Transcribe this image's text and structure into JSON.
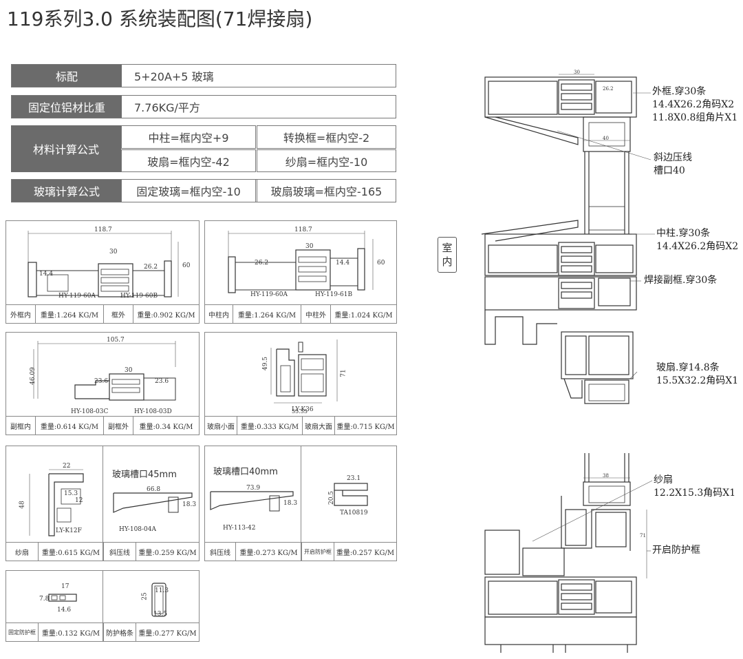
{
  "title": "119系列3.0 系统装配图(71焊接扇)",
  "specs": {
    "standard_label": "标配",
    "standard_value": "5+20A+5 玻璃",
    "weight_label": "固定位铝材比重",
    "weight_value": "7.76KG/平方",
    "material_label": "材料计算公式",
    "material_f1": "中柱=框内空+9",
    "material_f2": "转换框=框内空-2",
    "material_f3": "玻扇=框内空-42",
    "material_f4": "纱扇=框内空-10",
    "glass_label": "玻璃计算公式",
    "glass_f1": "固定玻璃=框内空-10",
    "glass_f2": "玻扇玻璃=框内空-165"
  },
  "panels": {
    "p1": {
      "dim_top": "118.7",
      "dim_mid": "30",
      "dim_a": "26.2",
      "dim_b": "14.4",
      "dim_c": "60",
      "code_a": "HY-119-60A",
      "code_b": "HY-119-60B",
      "f1": "外框内",
      "f2": "重量:1.264 KG/M",
      "f3": "框外",
      "f4": "重量:0.902 KG/M"
    },
    "p2": {
      "dim_top": "118.7",
      "dim_mid": "30",
      "dim_a": "26.2",
      "dim_b": "14.4",
      "dim_c": "60",
      "code_a": "HY-119-60A",
      "code_b": "HY-119-61B",
      "f1": "中柱内",
      "f2": "重量:1.264 KG/M",
      "f3": "中柱外",
      "f4": "重量:1.024 KG/M"
    },
    "p3": {
      "dim_top": "105.7",
      "dim_h": "46.09",
      "dim_mid": "30",
      "dim_a": "23.6",
      "dim_b": "23.6",
      "code_a": "HY-108-03C",
      "code_b": "HY-108-03D",
      "f1": "副框内",
      "f2": "重量:0.614 KG/M",
      "f3": "副框外",
      "f4": "重量:0.34 KG/M"
    },
    "p4": {
      "dim_h": "49.5",
      "dim_h2": "71",
      "dim_w": "55.55",
      "code": "LY-K36",
      "f1": "玻扇小面",
      "f2": "重量:0.333 KG/M",
      "f3": "玻扇大面",
      "f4": "重量:0.715 KG/M"
    },
    "p5": {
      "dim_w": "22",
      "dim_h": "48",
      "dim_a": "15.3",
      "dim_b": "12",
      "code": "LY-K12F",
      "f1": "纱扇",
      "f2": "重量:0.615 KG/M"
    },
    "p6": {
      "title": "玻璃槽口45mm",
      "dim_w": "66.8",
      "dim_h": "18.3",
      "code": "HY-108-04A",
      "f1": "斜压线",
      "f2": "重量:0.259 KG/M"
    },
    "p7": {
      "title": "玻璃槽口40mm",
      "dim_w": "73.9",
      "dim_h": "18.3",
      "code": "HY-113-42",
      "f1": "斜压线",
      "f2": "重量:0.273 KG/M"
    },
    "p8": {
      "dim_w": "23.1",
      "dim_h": "20.5",
      "code": "TA10819",
      "f1": "开启防护框",
      "f2": "重量:0.257 KG/M"
    },
    "p9": {
      "dim_w": "17",
      "dim_w2": "14.6",
      "dim_h": "7.8",
      "f1": "固定防护框",
      "f2": "重量:0.132 KG/M"
    },
    "p10": {
      "dim_w": "11.3",
      "dim_w2": "13.5",
      "dim_h": "25",
      "f1": "防护格条",
      "f2": "重量:0.277 KG/M"
    }
  },
  "assembly": {
    "indoor_1": "室",
    "indoor_2": "内",
    "dim_30": "30",
    "dim_26": "26.2",
    "dim_40": "40",
    "dim_38": "38",
    "dim_71": "71",
    "a1_l1": "外框.穿30条",
    "a1_l2": "14.4X26.2角码X2",
    "a1_l3": "11.8X0.8组角片X1",
    "a2_l1": "斜边压线",
    "a2_l2": "槽口40",
    "a3_l1": "中柱.穿30条",
    "a3_l2": "14.4X26.2角码X2",
    "a4_l1": "焊接副框.穿30条",
    "a5_l1": "玻扇.穿14.8条",
    "a5_l2": "15.5X32.2角码X1",
    "a6_l1": "纱扇",
    "a6_l2": "12.2X15.3角码X1",
    "a7_l1": "开启防护框"
  }
}
